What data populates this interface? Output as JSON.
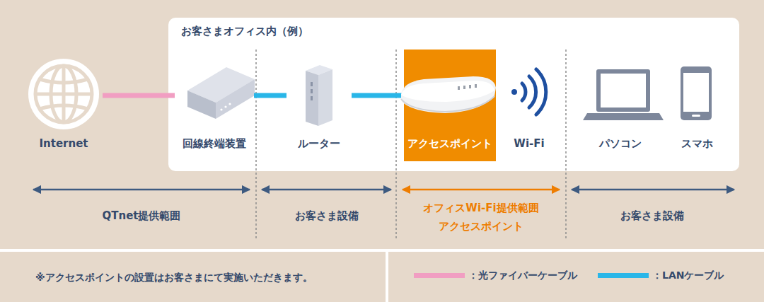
{
  "diagram": {
    "nodes": [
      {
        "text": [
          "お客さまオフィス内（例）"
        ]
      },
      {
        "text": [
          "Internet"
        ]
      },
      {
        "text": [
          "回線終端装置"
        ],
        "in": 0
      },
      {
        "text": [
          "ルーター"
        ],
        "in": 0
      },
      {
        "text": [
          "アクセスポイント"
        ],
        "in": 0
      },
      {
        "text": [
          "Wi-Fi"
        ],
        "in": 0
      },
      {
        "text": [
          "パソコン"
        ],
        "in": 0
      },
      {
        "text": [
          "スマホ"
        ],
        "in": 0
      }
    ],
    "edges": [
      {
        "from": 1,
        "to": 2,
        "arrow": "none"
      },
      {
        "from": 2,
        "to": 3,
        "arrow": "none"
      },
      {
        "from": 3,
        "to": 4,
        "arrow": "none"
      }
    ],
    "labels": [
      "QTnet提供範囲",
      "お客さま設備",
      "オフィスWi-Fi提供範囲 アクセスポイント",
      "お客さま設備",
      "※アクセスポイントの設置はお客さまにて実施いただきます。"
    ],
    "legend": [
      {
        "text": "：光ファイバーケーブル",
        "color": "#f19ec2"
      },
      {
        "text": "：LANケーブル",
        "color": "#29b6e8"
      }
    ]
  }
}
